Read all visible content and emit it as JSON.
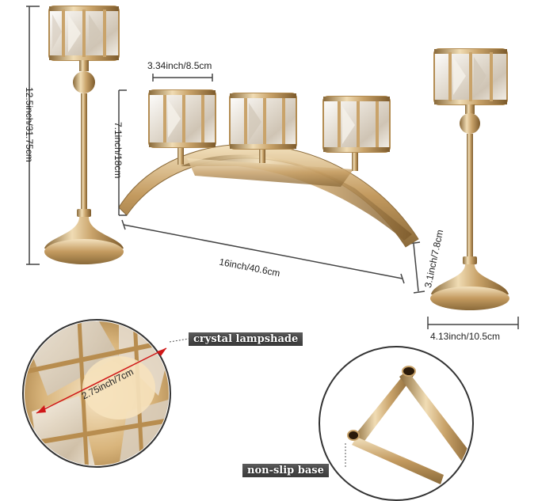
{
  "dimensions": {
    "cup_width": "3.34inch/8.5cm",
    "tall_height": "12.5inch/31.75cm",
    "center_height": "7.1inch/18cm",
    "length": "16inch/40.6cm",
    "base_height": "3.1inch/7.8cm",
    "base_width": "4.13inch/10.5cm",
    "inner_diameter": "2.75inch/7cm"
  },
  "callouts": {
    "crystal": "crystal lampshade",
    "base": "non-slip base"
  },
  "colors": {
    "gold": "#c9a36a",
    "gold_dark": "#8a6a3a",
    "gold_light": "#f0dcb4",
    "crystal": "#e9e4dc",
    "dimension_line": "#444444",
    "measure_red": "#d01818"
  }
}
